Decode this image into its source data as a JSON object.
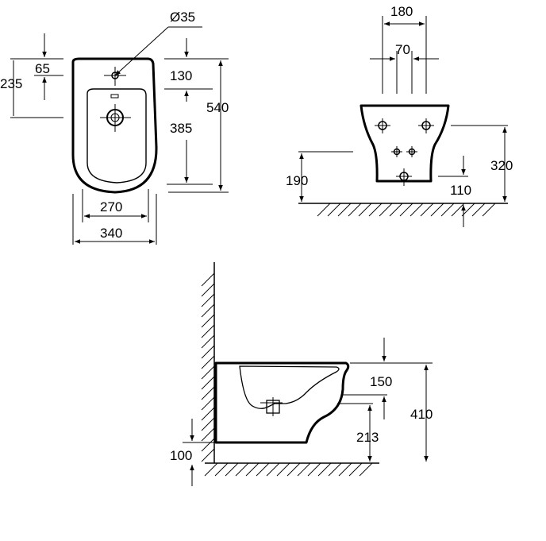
{
  "top_view": {
    "hole_diameter": "Ø35",
    "d65": "65",
    "d235": "235",
    "d130": "130",
    "d385": "385",
    "d540": "540",
    "d270": "270",
    "d340": "340"
  },
  "front_view": {
    "d180": "180",
    "d70": "70",
    "d190": "190",
    "d320": "320",
    "d110": "110"
  },
  "side_view": {
    "d150": "150",
    "d410": "410",
    "d213": "213",
    "d100": "100"
  }
}
